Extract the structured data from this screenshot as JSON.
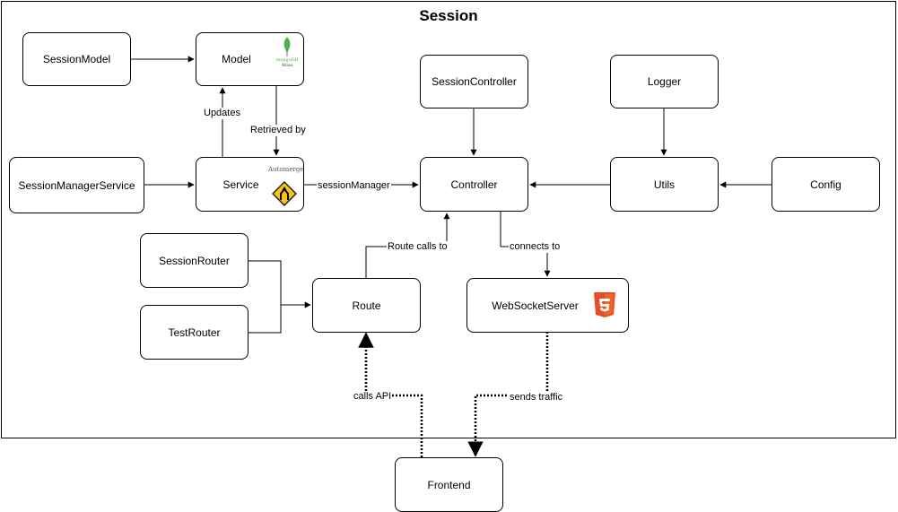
{
  "title": "Session",
  "nodes": {
    "session_model": "SessionModel",
    "model": "Model",
    "service": "Service",
    "session_manager_service": "SessionManagerService",
    "session_controller": "SessionController",
    "controller": "Controller",
    "logger": "Logger",
    "utils": "Utils",
    "config": "Config",
    "session_router": "SessionRouter",
    "test_router": "TestRouter",
    "route": "Route",
    "websocket_server": "WebSocketServer",
    "frontend": "Frontend"
  },
  "edge_labels": {
    "updates": "Updates",
    "retrieved_by": "Retrieved by",
    "session_manager": "sessionManager",
    "route_calls_to": "Route calls to",
    "connects_to": "connects to",
    "calls_api": "calls API",
    "sends_traffic": "sends traffic"
  },
  "icons": {
    "model": "mongodb-atlas-icon",
    "service": "automerge-icon",
    "websocket_server": "html5-icon"
  },
  "icon_text": {
    "mongo_line1": "mongoDB",
    "mongo_line2": "Atlas",
    "automerge": "Automerge"
  },
  "colors": {
    "mongo_green": "#4caf50",
    "automerge_yellow": "#f5c518",
    "html5_orange": "#e34f26"
  }
}
